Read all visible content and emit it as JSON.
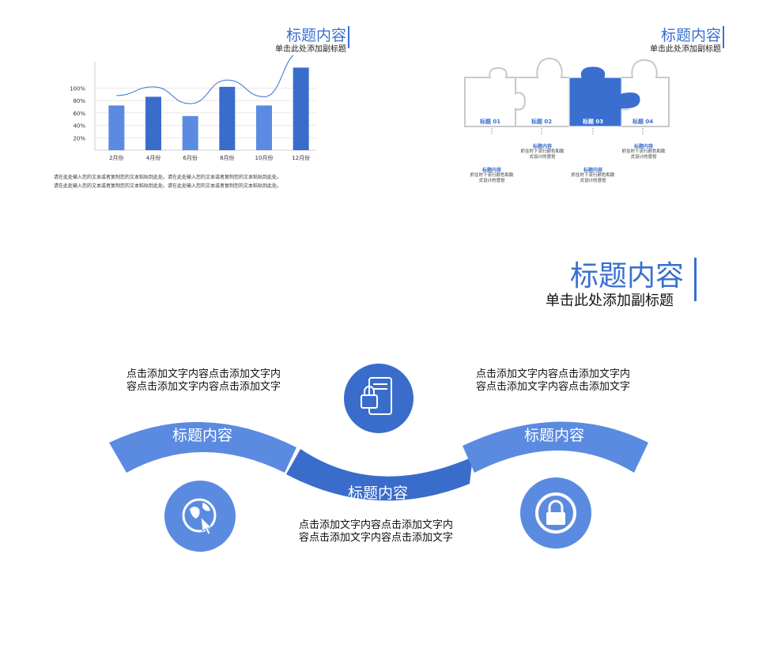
{
  "colors": {
    "accent": "#3a6fd0",
    "accent_light": "#5b8be0",
    "accent_pale": "#6a95dd"
  },
  "panel1": {
    "title": "标题内容",
    "subtitle": "单击此处添加副标题",
    "body_lines": [
      "请在此处输入您的文本或者复制您的文本粘贴到此处。请在此处输入您的文本或者复制您的文本粘贴到此处。",
      "请在此处输入您的文本或者复制您的文本粘贴到此处。请在此处输入您的文本或者复制您的文本粘贴到此处。"
    ]
  },
  "chart_data": {
    "type": "bar",
    "categories": [
      "2月份",
      "4月份",
      "6月份",
      "8月份",
      "10月份",
      "12月份"
    ],
    "values": [
      72,
      86,
      55,
      102,
      72,
      133
    ],
    "line_values": [
      88,
      102,
      75,
      113,
      86,
      158
    ],
    "yticks": [
      "20%",
      "40%",
      "60%",
      "80%",
      "100%"
    ],
    "ytick_values": [
      20,
      40,
      60,
      80,
      100
    ],
    "ylim": [
      0,
      140
    ],
    "title": "",
    "xlabel": "",
    "ylabel": ""
  },
  "panel2": {
    "title": "标题内容",
    "subtitle": "单击此处添加副标题",
    "pieces": [
      "标题 01",
      "标题 02",
      "标题 03",
      "标题 04"
    ],
    "notes": [
      {
        "title": "标题内容",
        "text": "抓住时下流行颜色和款式设计的感觉"
      },
      {
        "title": "标题内容",
        "text": "抓住时下流行颜色和款式设计的感觉"
      },
      {
        "title": "标题内容",
        "text": "抓住时下流行颜色和款式设计的感觉"
      },
      {
        "title": "标题内容",
        "text": "抓住时下流行颜色和款式设计的感觉"
      }
    ]
  },
  "panel3": {
    "title": "标题内容",
    "subtitle": "单击此处添加副标题",
    "bands": [
      "标题内容",
      "标题内容",
      "标题内容"
    ],
    "texts": [
      "点击添加文字内容点击添加文字内容点击添加文字内容点击添加文字",
      "点击添加文字内容点击添加文字内容点击添加文字内容点击添加文字",
      "点击添加文字内容点击添加文字内容点击添加文字内容点击添加文字"
    ],
    "icons": [
      "globe-cursor-icon",
      "phone-lock-icon",
      "padlock-icon"
    ]
  }
}
